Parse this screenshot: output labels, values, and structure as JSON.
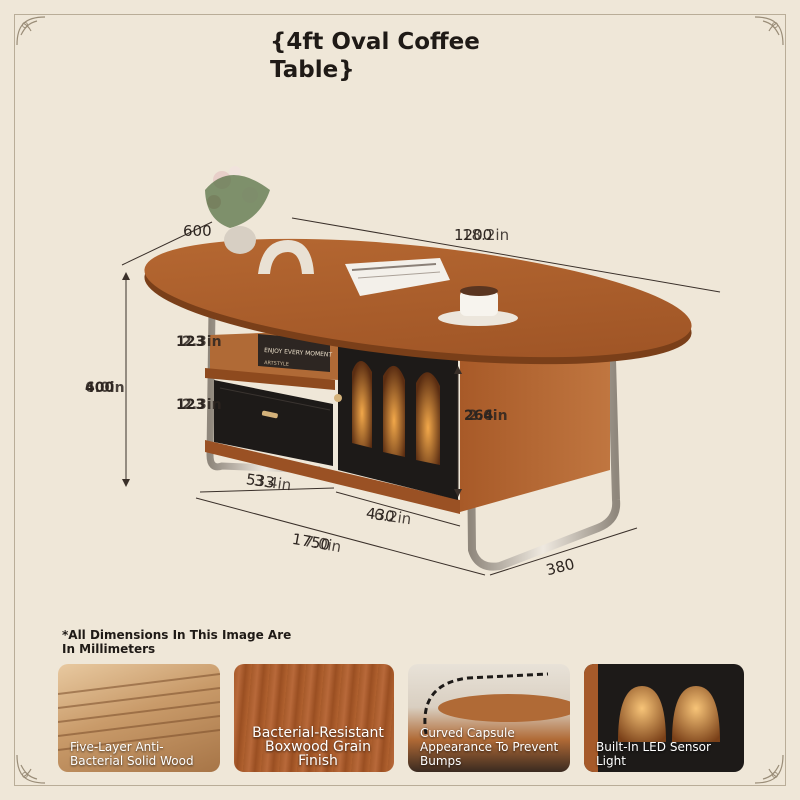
{
  "title": "{4ft Oval Coffee Table}",
  "dimensions": {
    "depth_mm": "600",
    "length_mm": "1200",
    "length_in": "18.2in",
    "height_mm": "400",
    "height_in": "6.0in",
    "shelf_top_a": "123",
    "shelf_top_b": "2.3in",
    "shelf_bot_a": "123",
    "shelf_bot_b": "2.3in",
    "door_height_a": "264",
    "door_height_b": "2.6in",
    "drawer_width_a": "533",
    "drawer_width_b": "3.4in",
    "cabinet_width_a": "430",
    "cabinet_width_b": "6.2in",
    "base_length_a": "1750",
    "base_length_b": "7.0in",
    "base_depth": "380"
  },
  "product_labels": {
    "book_spine": "ENJOY EVERY MOMENT",
    "book_spine2": "ARTSTYLE"
  },
  "note": "*All Dimensions In This Image Are In Millimeters",
  "features": [
    {
      "label": "Five-Layer Anti-Bacterial Solid Wood"
    },
    {
      "label": "Bacterial-Resistant Boxwood Grain Finish"
    },
    {
      "label": "Curved Capsule Appearance To Prevent Bumps"
    },
    {
      "label": "Built-In LED Sensor Light"
    }
  ],
  "colors": {
    "background": "#efe7d8",
    "wood": "#b0622c",
    "wood_dark": "#8a4a1f",
    "black_panel": "#1d1a18",
    "chrome": "#c9c1b6",
    "text": "#2a211a"
  }
}
